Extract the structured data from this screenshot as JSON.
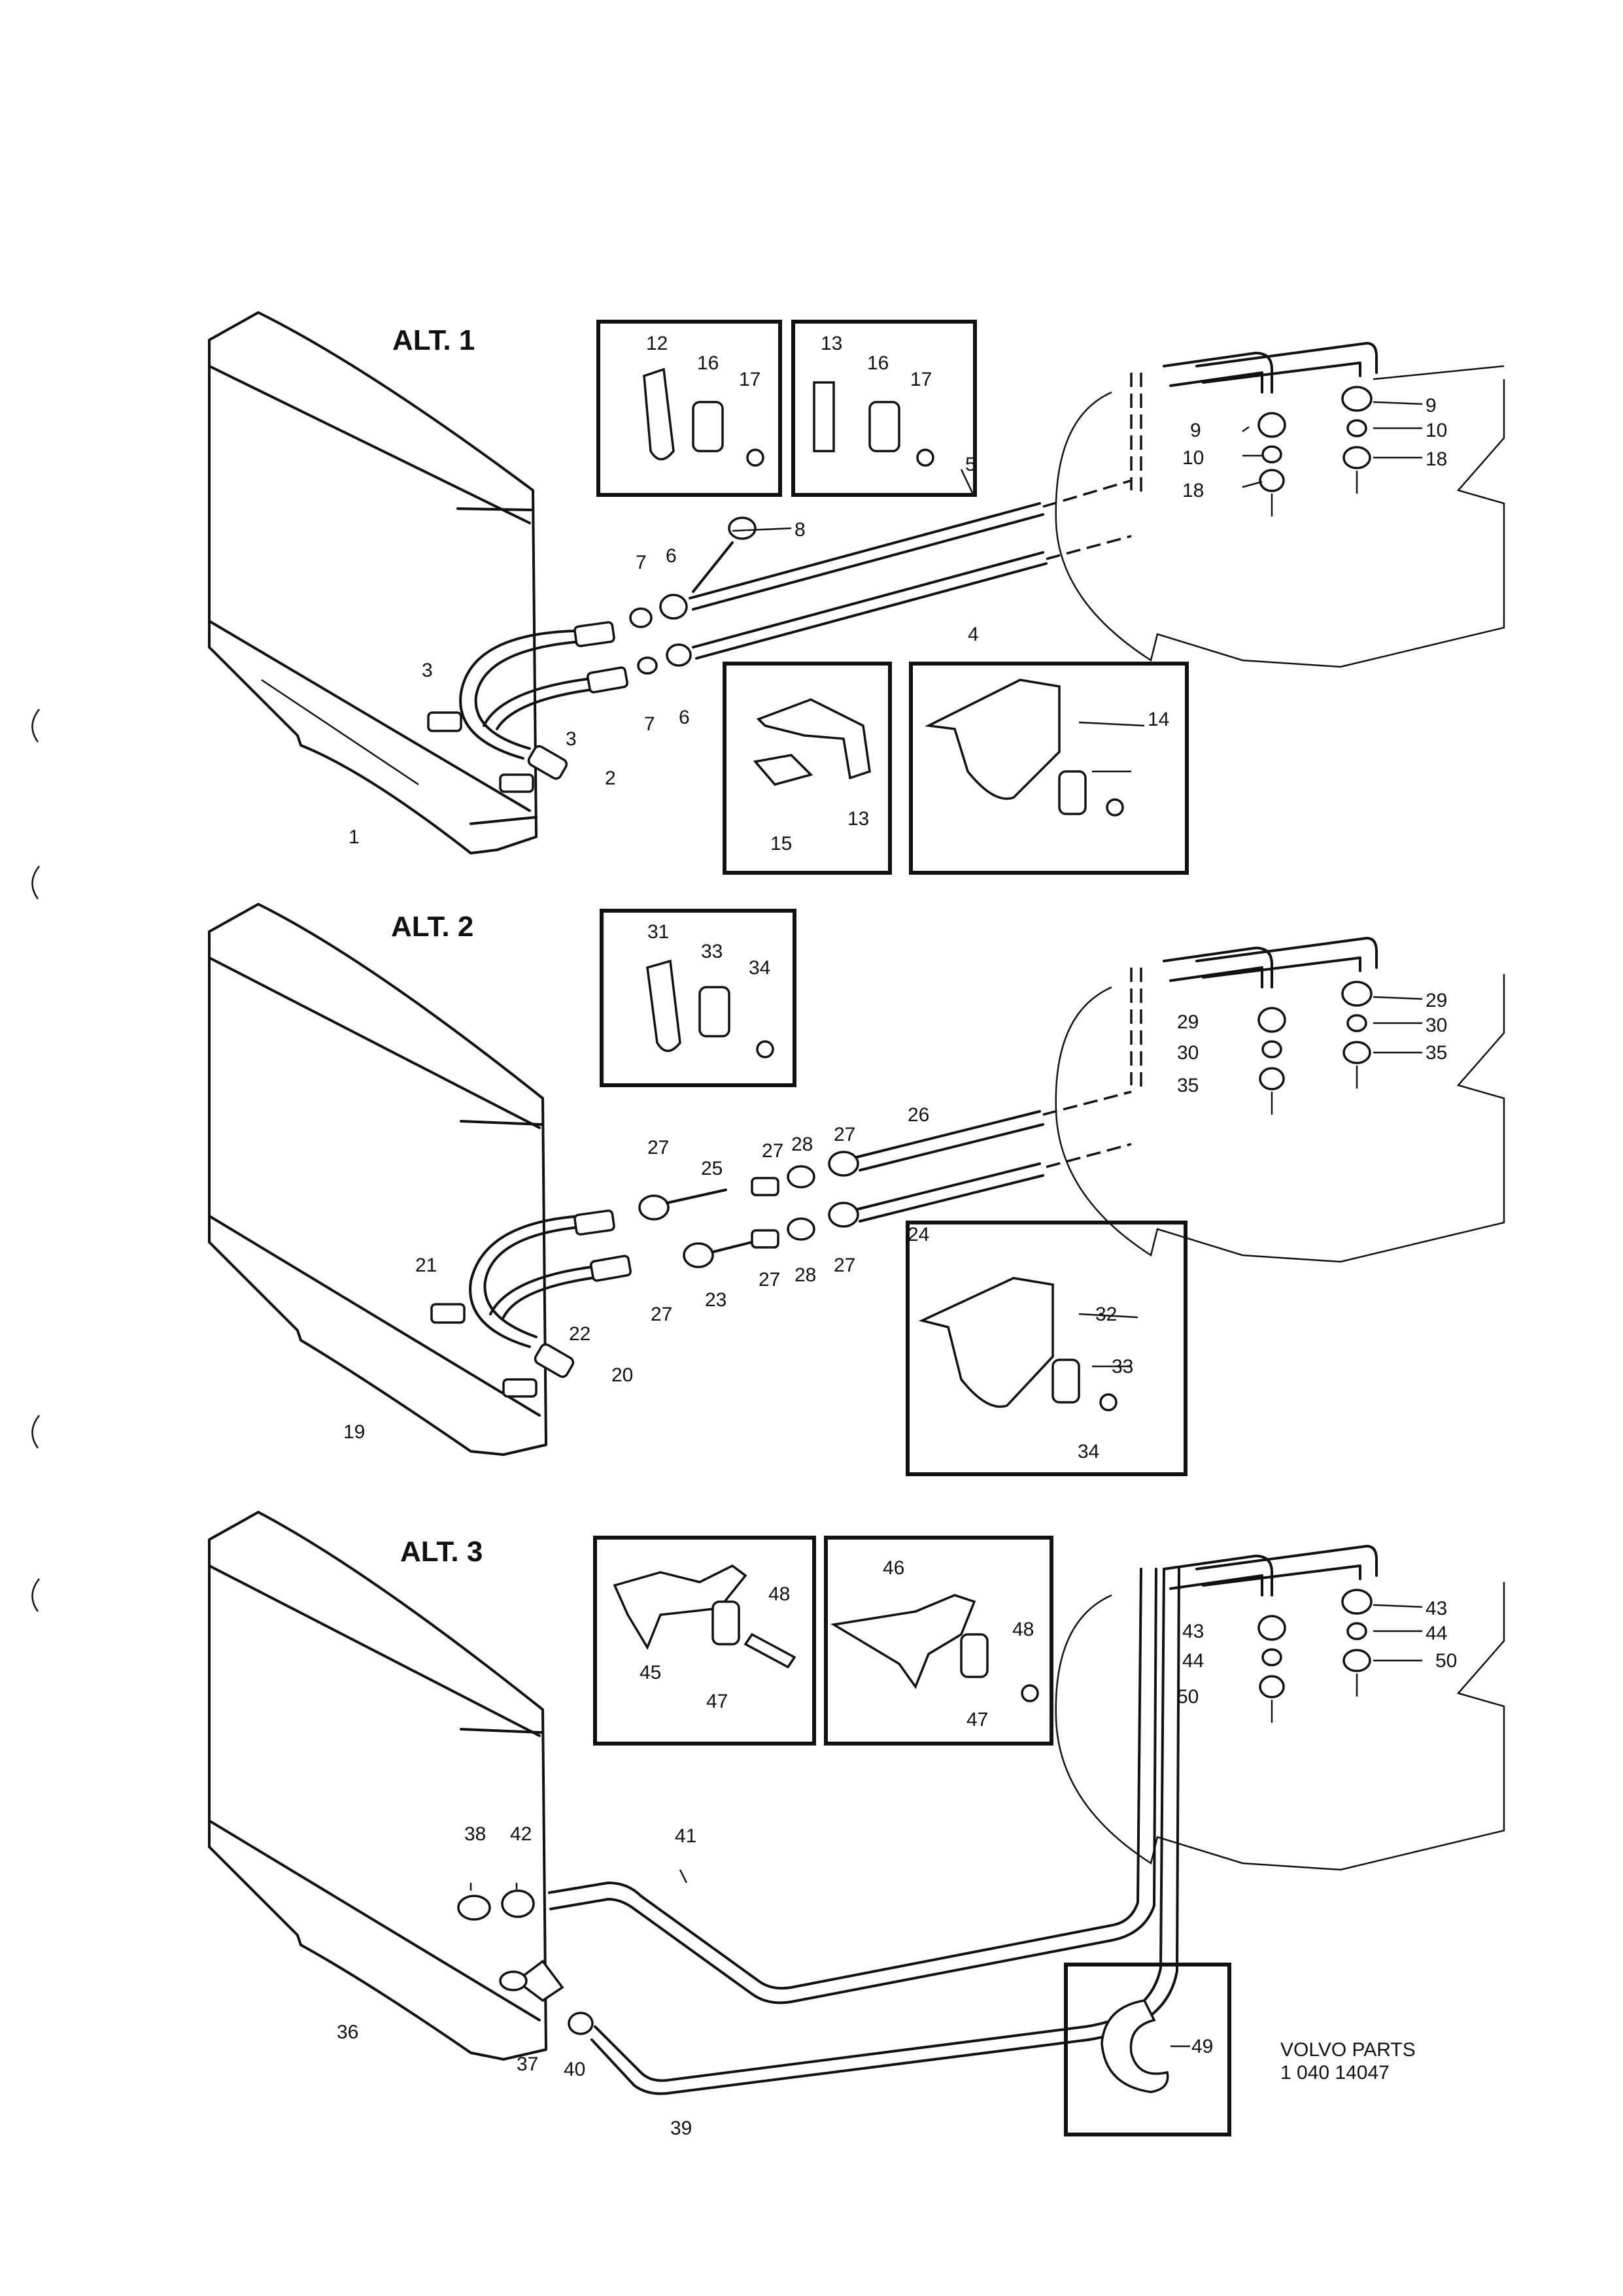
{
  "sections": [
    {
      "label": "ALT. 1",
      "callouts": [
        "1",
        "2",
        "3",
        "3",
        "4",
        "5",
        "6",
        "6",
        "7",
        "7",
        "8",
        "9",
        "9",
        "10",
        "10",
        "12",
        "13",
        "13",
        "14",
        "15",
        "16",
        "16",
        "17",
        "17",
        "18",
        "18"
      ]
    },
    {
      "label": "ALT. 2",
      "callouts": [
        "19",
        "20",
        "21",
        "22",
        "23",
        "24",
        "25",
        "26",
        "27",
        "27",
        "27",
        "27",
        "27",
        "27",
        "28",
        "28",
        "29",
        "29",
        "30",
        "30",
        "31",
        "32",
        "33",
        "33",
        "34",
        "34",
        "35",
        "35"
      ]
    },
    {
      "label": "ALT. 3",
      "callouts": [
        "36",
        "37",
        "38",
        "39",
        "40",
        "41",
        "42",
        "43",
        "43",
        "44",
        "44",
        "45",
        "46",
        "47",
        "47",
        "48",
        "48",
        "49",
        "50",
        "50"
      ]
    }
  ],
  "document": {
    "brand": "VOLVO PARTS",
    "number": "1 040 14047"
  }
}
